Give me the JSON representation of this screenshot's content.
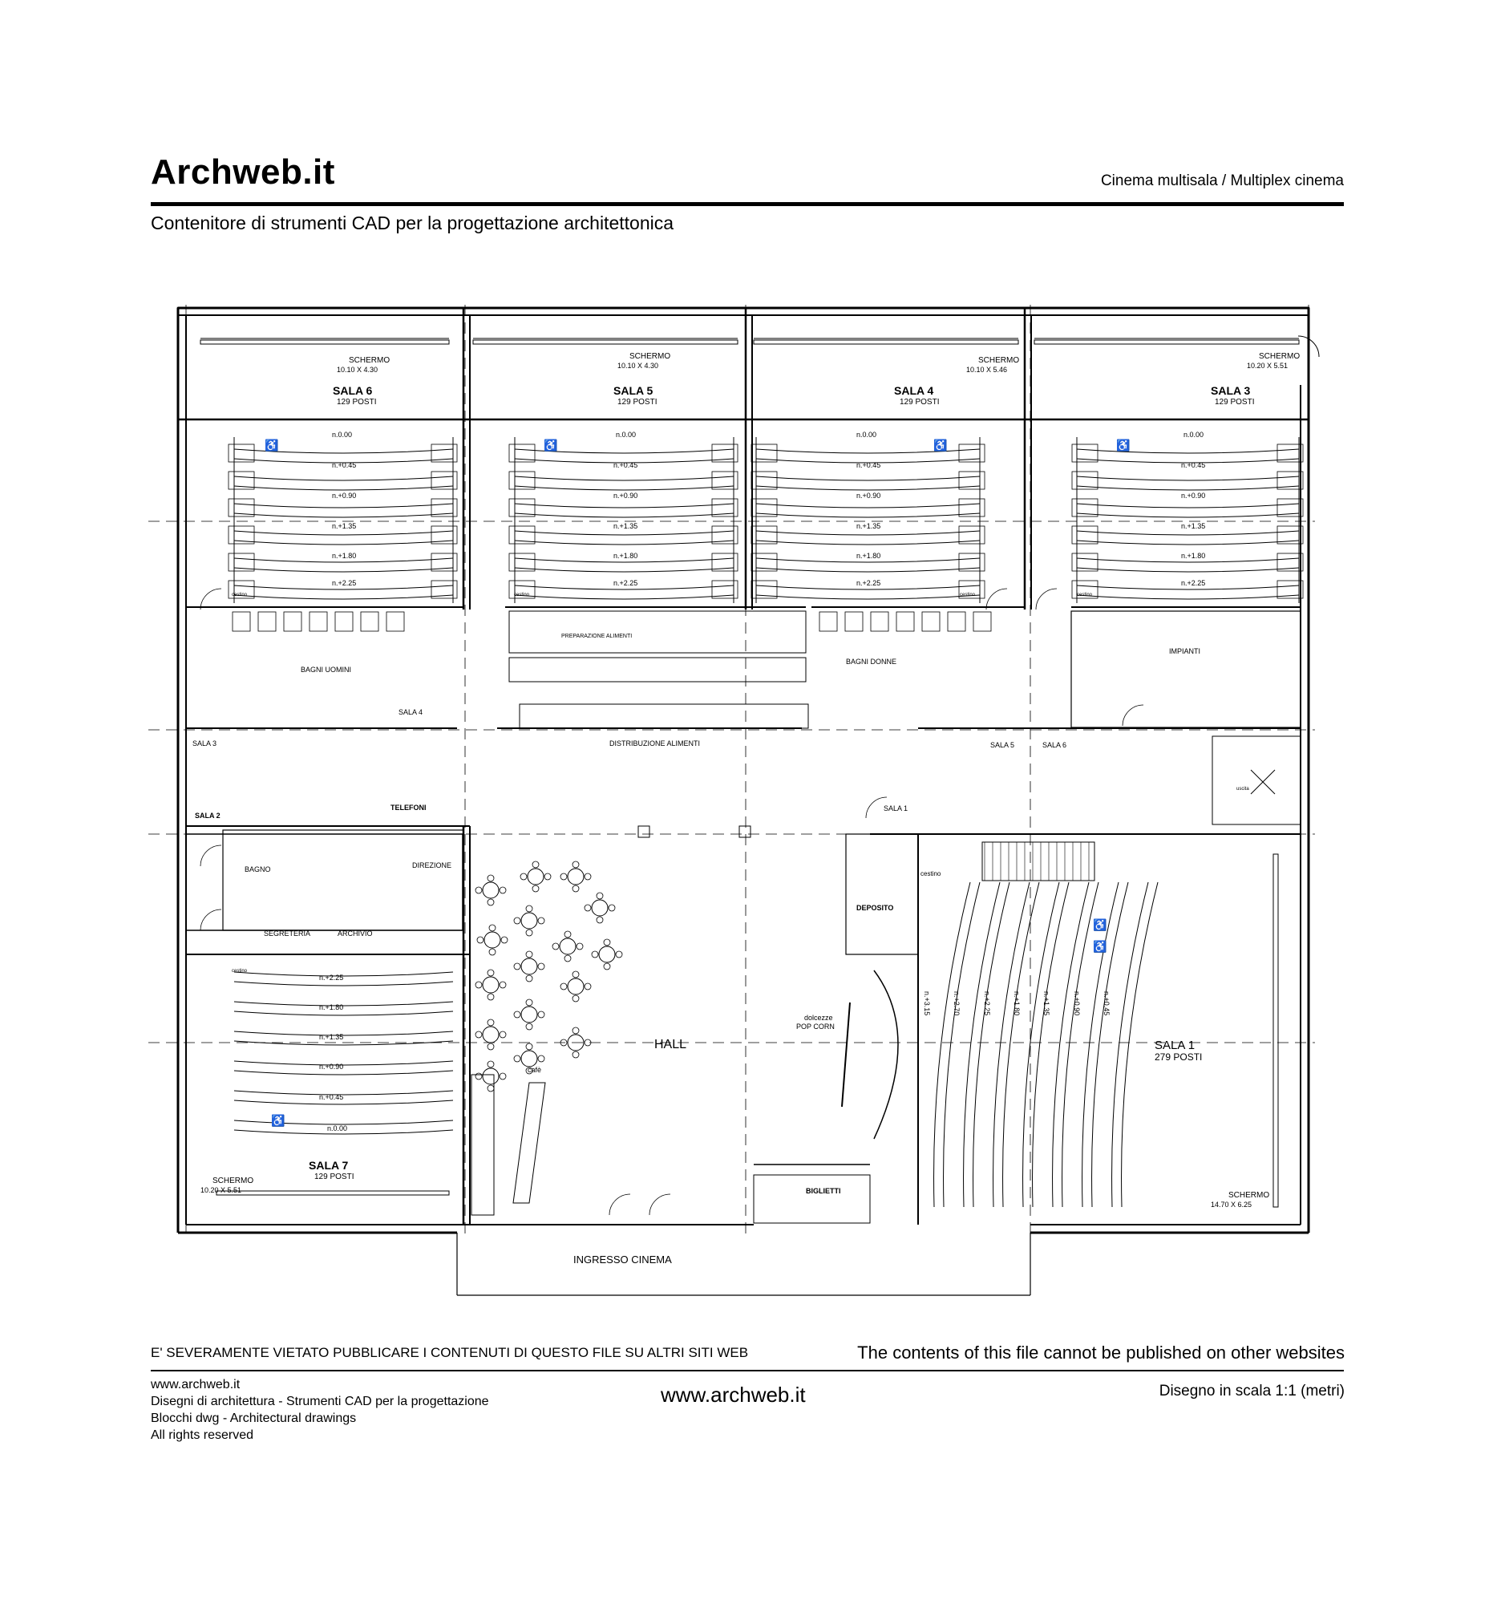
{
  "header": {
    "brand": "Archweb.it",
    "subject": "Cinema multisala  /  Multiplex cinema",
    "tagline": "Contenitore di strumenti CAD per la progettazione architettonica"
  },
  "plan": {
    "halls": {
      "sala6": {
        "name": "SALA 6",
        "seats": "129 POSTI",
        "screen_label": "SCHERMO",
        "screen_size": "10.10 X 4.30"
      },
      "sala5": {
        "name": "SALA 5",
        "seats": "129 POSTI",
        "screen_label": "SCHERMO",
        "screen_size": "10.10 X 4.30"
      },
      "sala4": {
        "name": "SALA 4",
        "seats": "129 POSTI",
        "screen_label": "SCHERMO",
        "screen_size": "10.10 X 5.46"
      },
      "sala3": {
        "name": "SALA 3",
        "seats": "129 POSTI",
        "screen_label": "SCHERMO",
        "screen_size": "10.20 X 5.51"
      },
      "sala7": {
        "name": "SALA 7",
        "seats": "129 POSTI",
        "screen_label": "SCHERMO",
        "screen_size": "10.20 X 5.51"
      },
      "sala1": {
        "name": "SALA 1",
        "seats": "279 POSTI",
        "screen_label": "SCHERMO",
        "screen_size": "14.70 X 6.25"
      }
    },
    "levels_top": [
      "n.0.00",
      "n.+0.45",
      "n.+0.90",
      "n.+1.35",
      "n.+1.80",
      "n.+2.25"
    ],
    "levels_sala7": [
      "n.+2.25",
      "n.+1.80",
      "n.+1.35",
      "n.+0.90",
      "n.+0.45",
      "n.0.00"
    ],
    "levels_sala1": [
      "n.+3.15",
      "n.+2.70",
      "n.+2.25",
      "n.+1.80",
      "n.+1.35",
      "n.+0.90",
      "n.+0.45"
    ],
    "rooms": {
      "bagni_uomini": "BAGNI UOMINI",
      "bagni_donne": "BAGNI DONNE",
      "impianti": "IMPIANTI",
      "preparazione": "PREPARAZIONE ALIMENTI",
      "distribuzione": "DISTRIBUZIONE ALIMENTI",
      "telefoni": "TELEFONI",
      "bagno": "BAGNO",
      "direzione": "DIREZIONE",
      "segreteria": "SEGRETERIA",
      "archivio": "ARCHIVIO",
      "deposito": "DEPOSITO",
      "hall": "HALL",
      "cafe": "cafè",
      "popcorn_1": "dolcezze",
      "popcorn_2": "POP CORN",
      "biglietti": "BIGLIETTI",
      "ingresso": "INGRESSO CINEMA",
      "uscita": "uscita"
    },
    "signs": {
      "sala3": "SALA 3",
      "sala2": "SALA 2",
      "sala4": "SALA 4",
      "sala5": "SALA 5",
      "sala6": "SALA 6",
      "sala1": "SALA 1"
    },
    "cestino": "cestino"
  },
  "footer": {
    "warning_it": "E' SEVERAMENTE VIETATO PUBBLICARE I CONTENUTI DI QUESTO FILE SU ALTRI SITI WEB",
    "warning_en": "The contents of this file cannot be published on other websites",
    "credits": [
      "www.archweb.it",
      "Disegni di architettura - Strumenti CAD  per la progettazione",
      "Blocchi dwg - Architectural drawings",
      "All rights reserved"
    ],
    "site": "www.archweb.it",
    "scale": "Disegno in scala 1:1 (metri)"
  }
}
